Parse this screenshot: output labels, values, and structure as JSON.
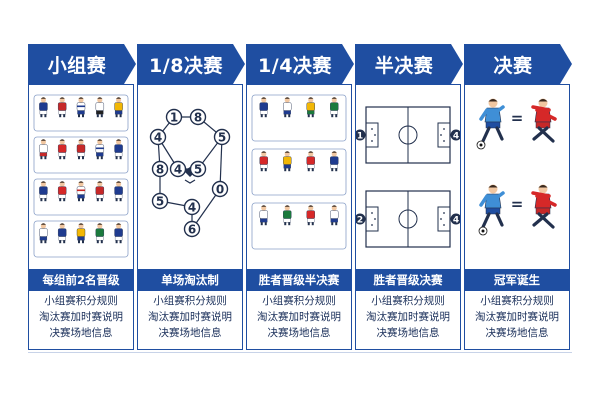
{
  "stages": [
    {
      "title": "小组赛",
      "subtitle": "每组前2名晋级",
      "lines": [
        "小组赛积分规则",
        "淘汰赛加时赛说明",
        "决赛场地信息"
      ]
    },
    {
      "title": "1/8决赛",
      "subtitle": "单场淘汰制",
      "lines": [
        "小组赛积分规则",
        "淘汰赛加时赛说明",
        "决赛场地信息"
      ]
    },
    {
      "title": "1/4决赛",
      "subtitle": "胜者晋级半决赛",
      "lines": [
        "小组赛积分规则",
        "淘汰赛加时赛说明",
        "决赛场地信息"
      ]
    },
    {
      "title": "半决赛",
      "subtitle": "胜者晋级决赛",
      "lines": [
        "小组赛积分规则",
        "淘汰赛加时赛说明",
        "决赛场地信息"
      ]
    },
    {
      "title": "决赛",
      "subtitle": "冠军诞生",
      "lines": [
        "小组赛积分规则",
        "淘汰赛加时赛说明",
        "决赛场地信息"
      ]
    }
  ],
  "bracket_numbers": [
    "1",
    "8",
    "4",
    "5",
    "8",
    "4",
    "5",
    "0",
    "5",
    "4",
    "6"
  ],
  "semi_numbers": {
    "match1_left": "1",
    "match1_right": "4",
    "match2_left": "2",
    "match2_right": "4"
  },
  "final_symbol": "=",
  "colors": {
    "brand": "#1f4ea1",
    "red": "#d62828",
    "white": "#ffffff"
  }
}
